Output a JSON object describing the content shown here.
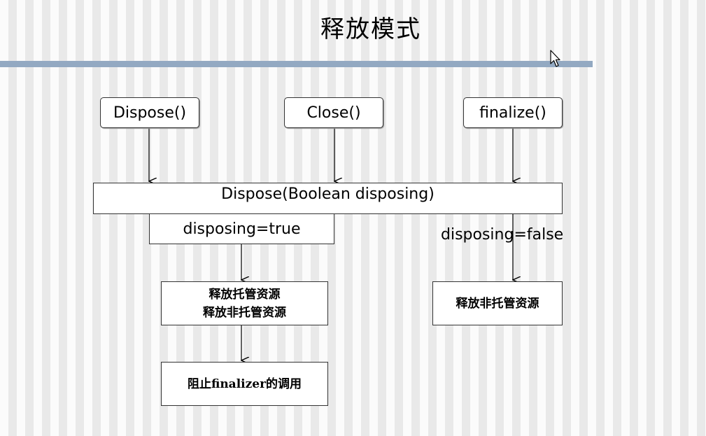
{
  "title": "释放模式",
  "nodes": {
    "dispose": "Dispose()",
    "close": "Close()",
    "finalize": "finalize()",
    "dispose_bool": "Dispose(Boolean disposing)",
    "release_managed": "释放托管资源",
    "release_unmanaged_left": "释放非托管资源",
    "release_unmanaged_right": "释放非托管资源",
    "suppress_finalizer": "阻止finalizer的调用"
  },
  "labels": {
    "disposing_true": "disposing=true",
    "disposing_false": "disposing=false"
  },
  "colors": {
    "title_bar": "#93a9c2",
    "stripe_light": "#fbfbfb",
    "stripe_dark": "#e9e9e9"
  }
}
